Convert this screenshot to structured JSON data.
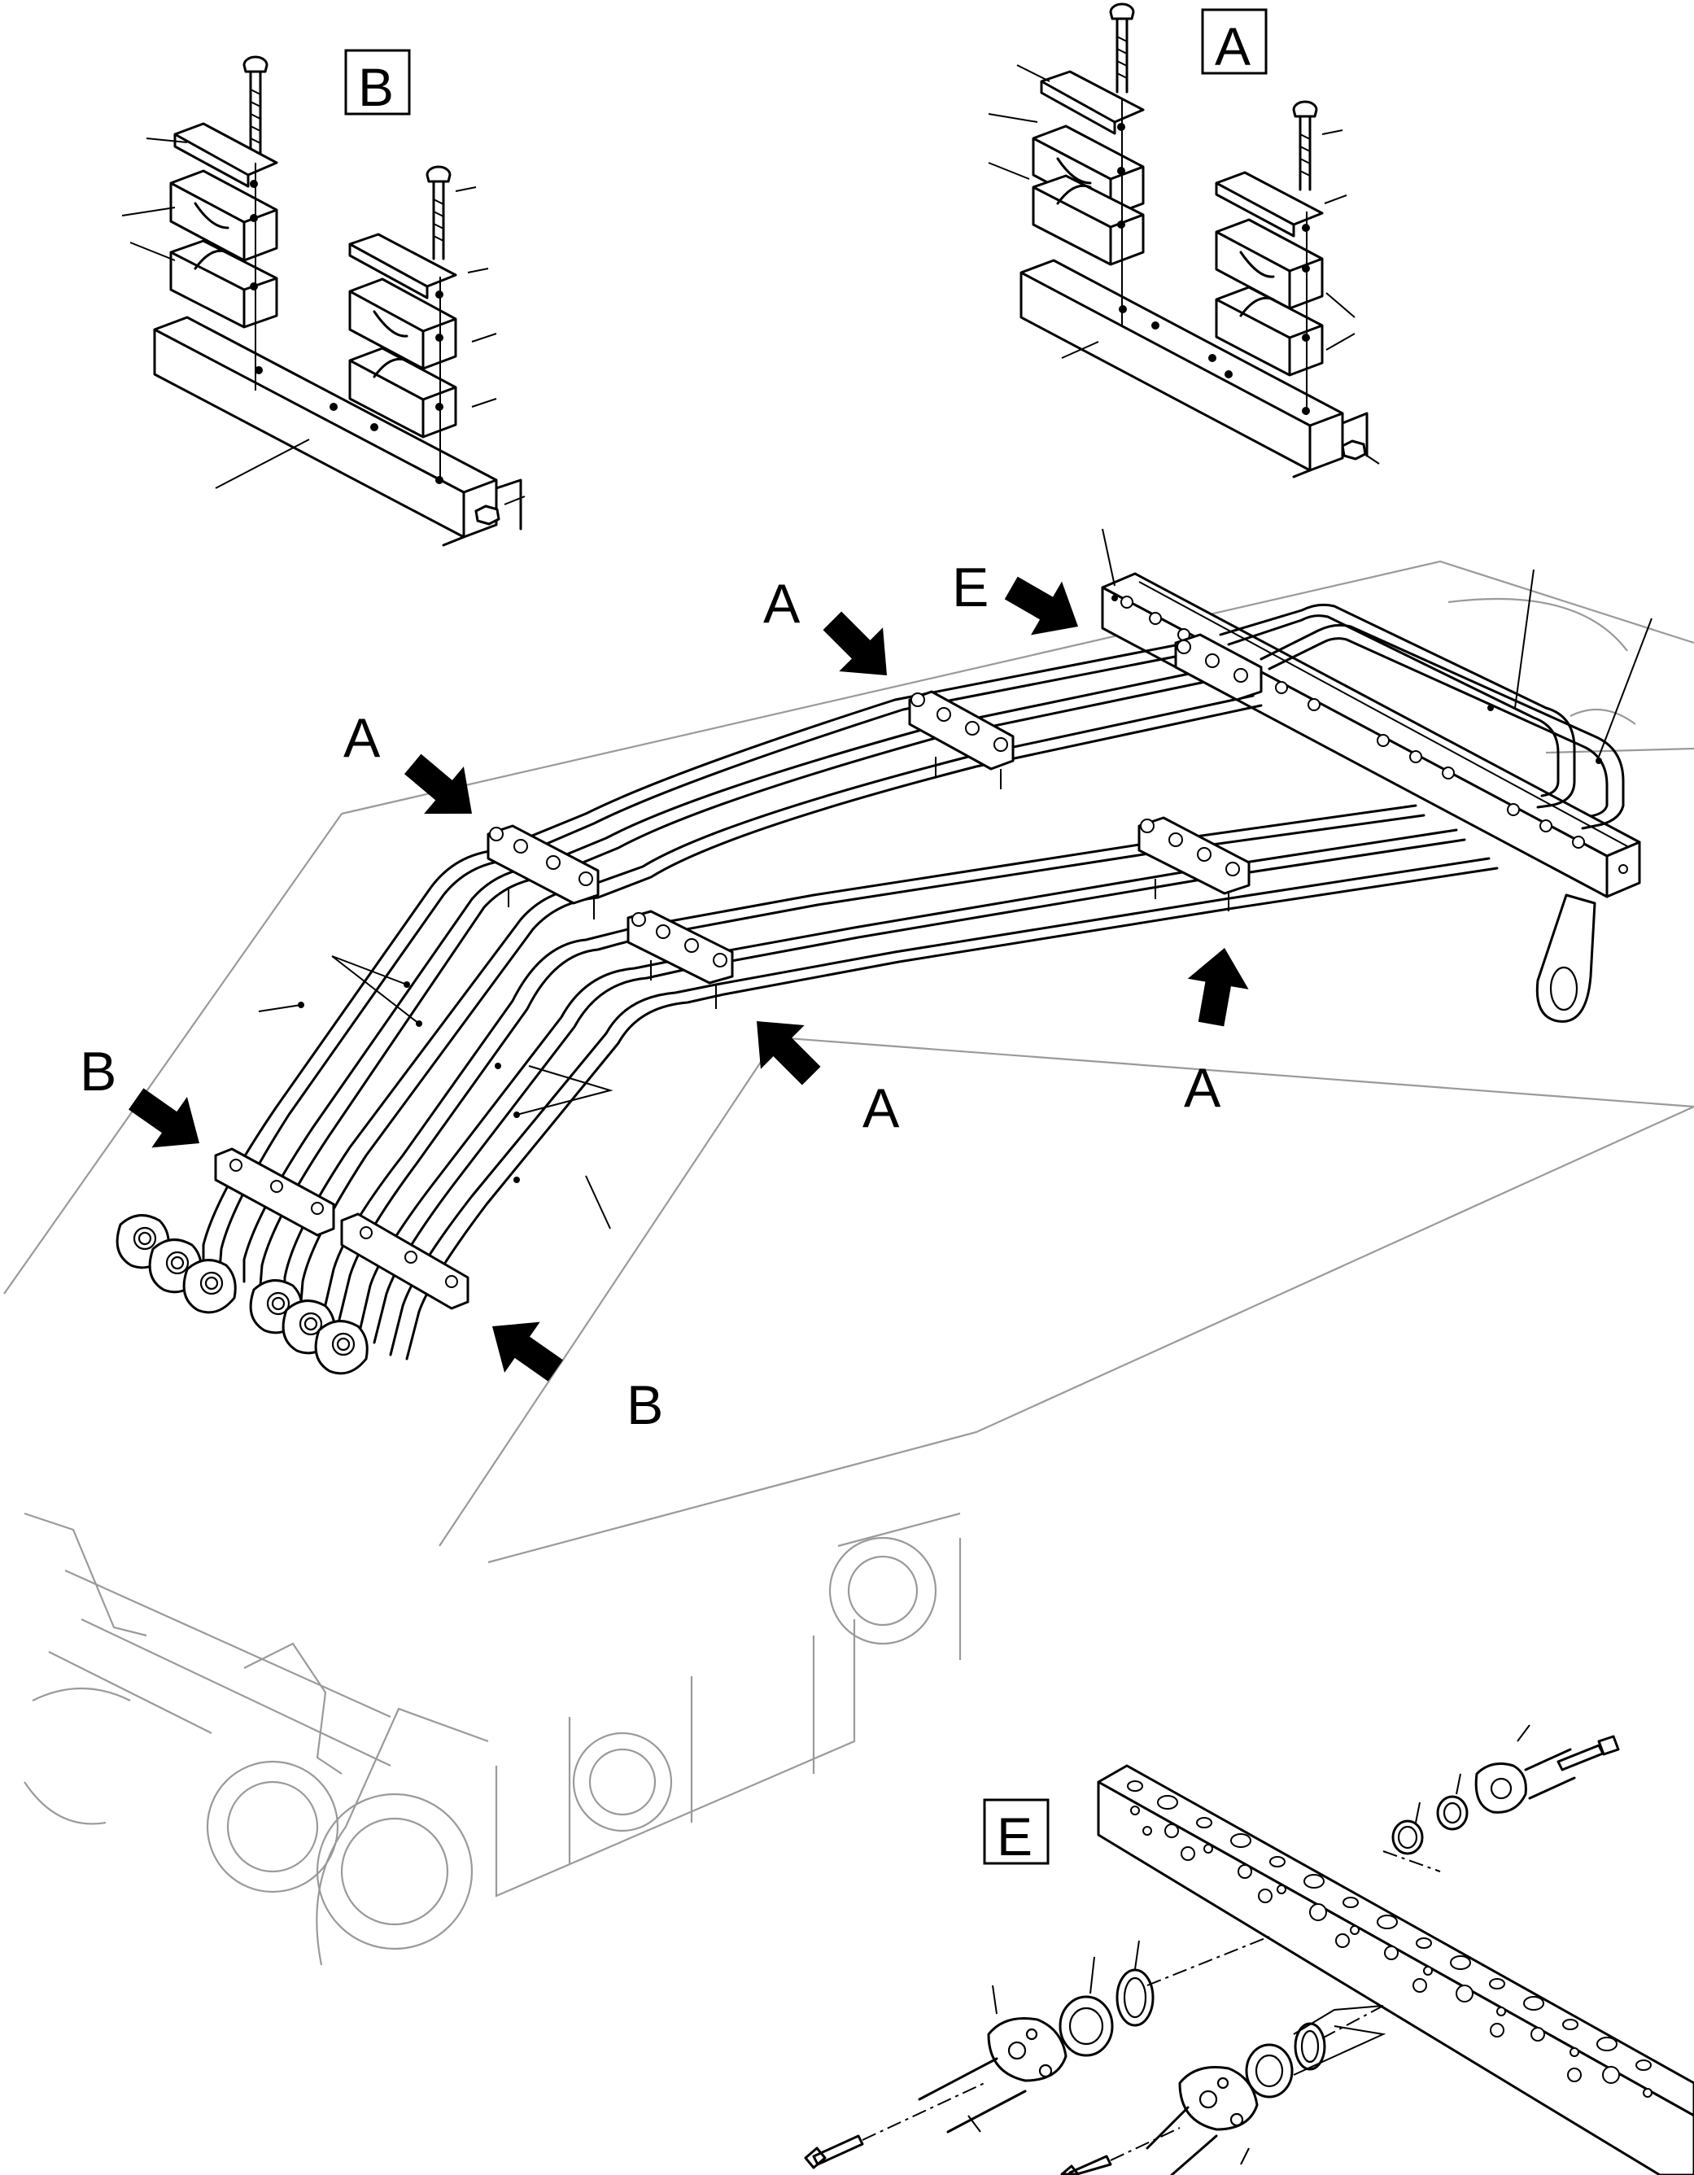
{
  "detail_boxes": {
    "A": "A",
    "B": "B",
    "E": "E"
  },
  "callouts": {
    "a1": "A",
    "a2": "A",
    "a3": "A",
    "a4": "A",
    "b1": "B",
    "b2": "B",
    "e1": "E"
  }
}
